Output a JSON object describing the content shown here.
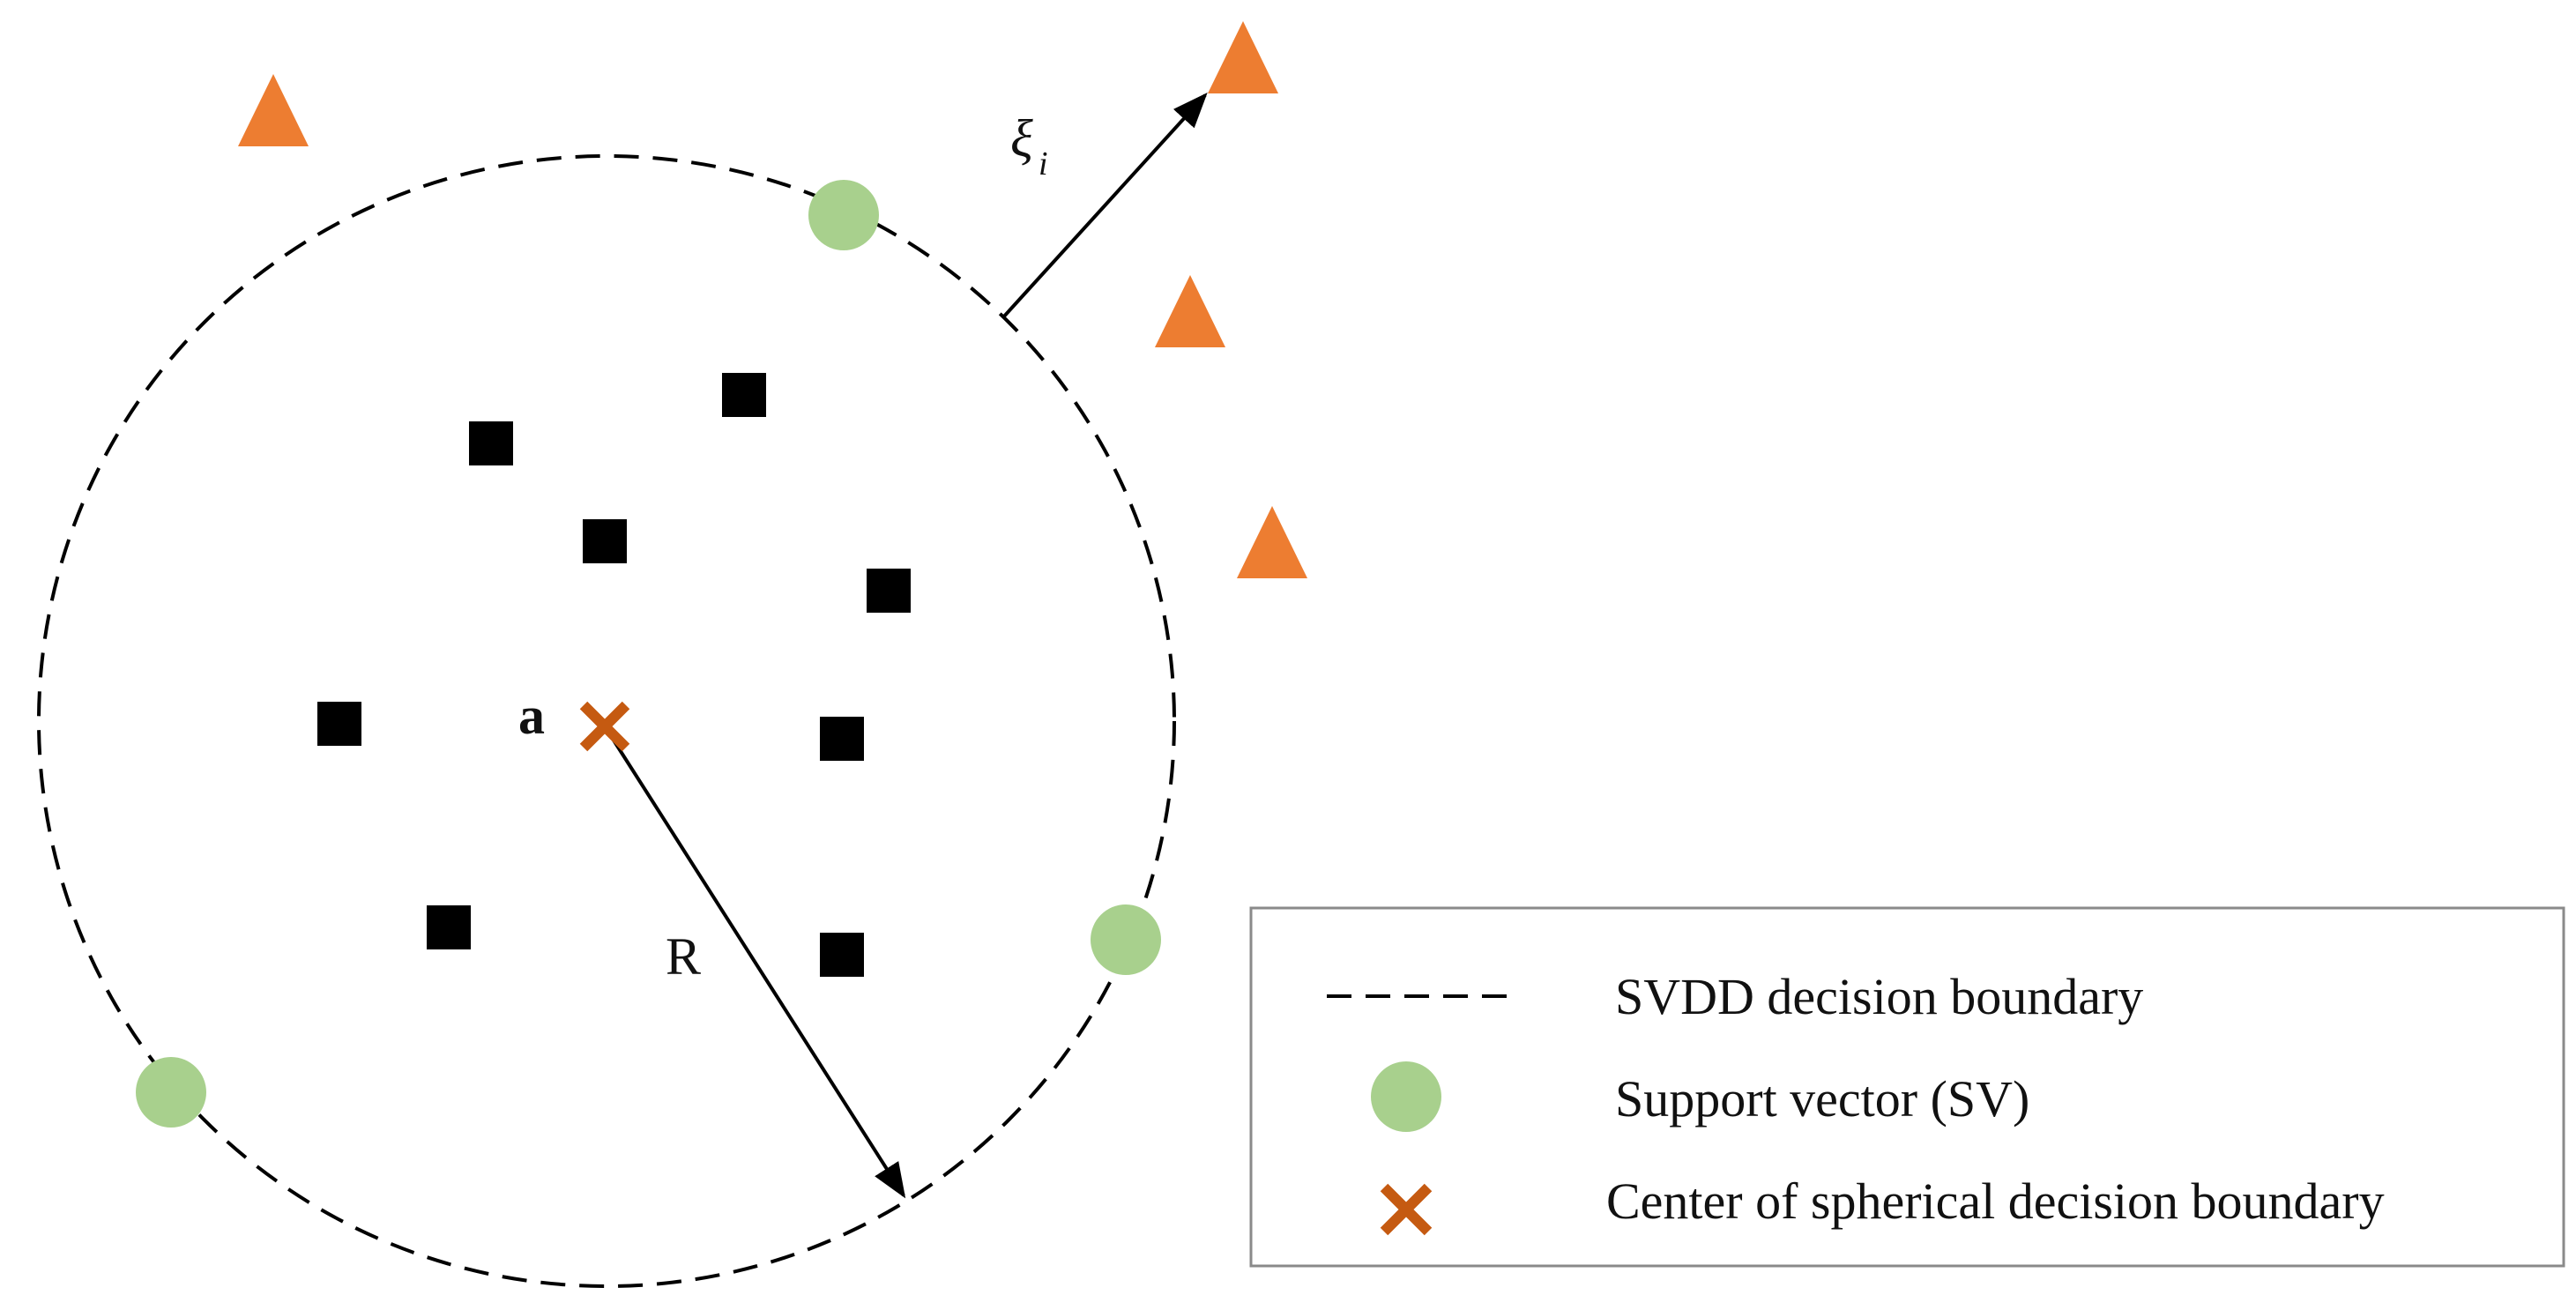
{
  "diagram": {
    "labels": {
      "center": "a",
      "radius": "R",
      "slack": "ξ",
      "slack_subscript": "i"
    },
    "legend": {
      "items": [
        {
          "label": "SVDD decision boundary",
          "symbol": "dashed-line"
        },
        {
          "label": "Support vector (SV)",
          "symbol": "green-circle"
        },
        {
          "label": "Center of spherical decision boundary",
          "symbol": "orange-x"
        }
      ]
    },
    "colors": {
      "support_vector": "#A8D08D",
      "outlier": "#ED7D31",
      "center": "#C55A11",
      "normal_point": "#000000",
      "boundary": "#000000"
    }
  }
}
